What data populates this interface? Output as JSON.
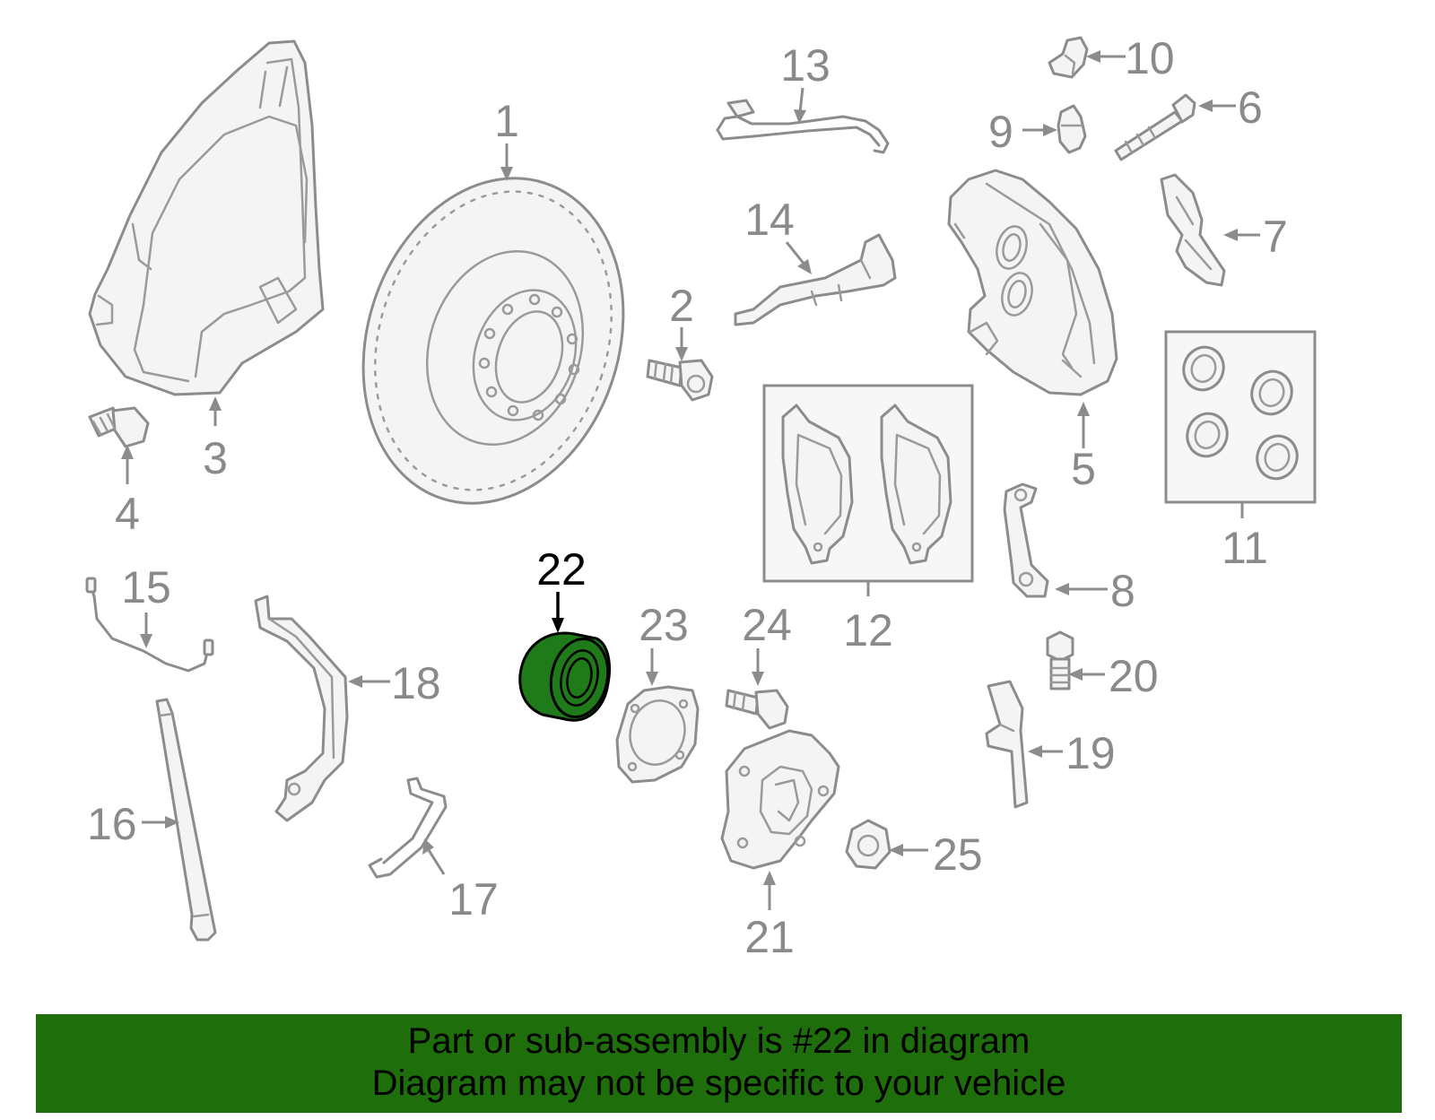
{
  "callouts": {
    "c1": "1",
    "c2": "2",
    "c3": "3",
    "c4": "4",
    "c5": "5",
    "c6": "6",
    "c7": "7",
    "c8": "8",
    "c9": "9",
    "c10": "10",
    "c11": "11",
    "c12": "12",
    "c13": "13",
    "c14": "14",
    "c15": "15",
    "c16": "16",
    "c17": "17",
    "c18": "18",
    "c19": "19",
    "c20": "20",
    "c21": "21",
    "c22": "22",
    "c23": "23",
    "c24": "24",
    "c25": "25"
  },
  "highlight": {
    "part_number": "22",
    "color": "#1f7a1a"
  },
  "banner": {
    "line1": "Part or sub-assembly is #22 in diagram",
    "line2": "Diagram may not be specific to your vehicle",
    "background": "#1f6e0c"
  }
}
